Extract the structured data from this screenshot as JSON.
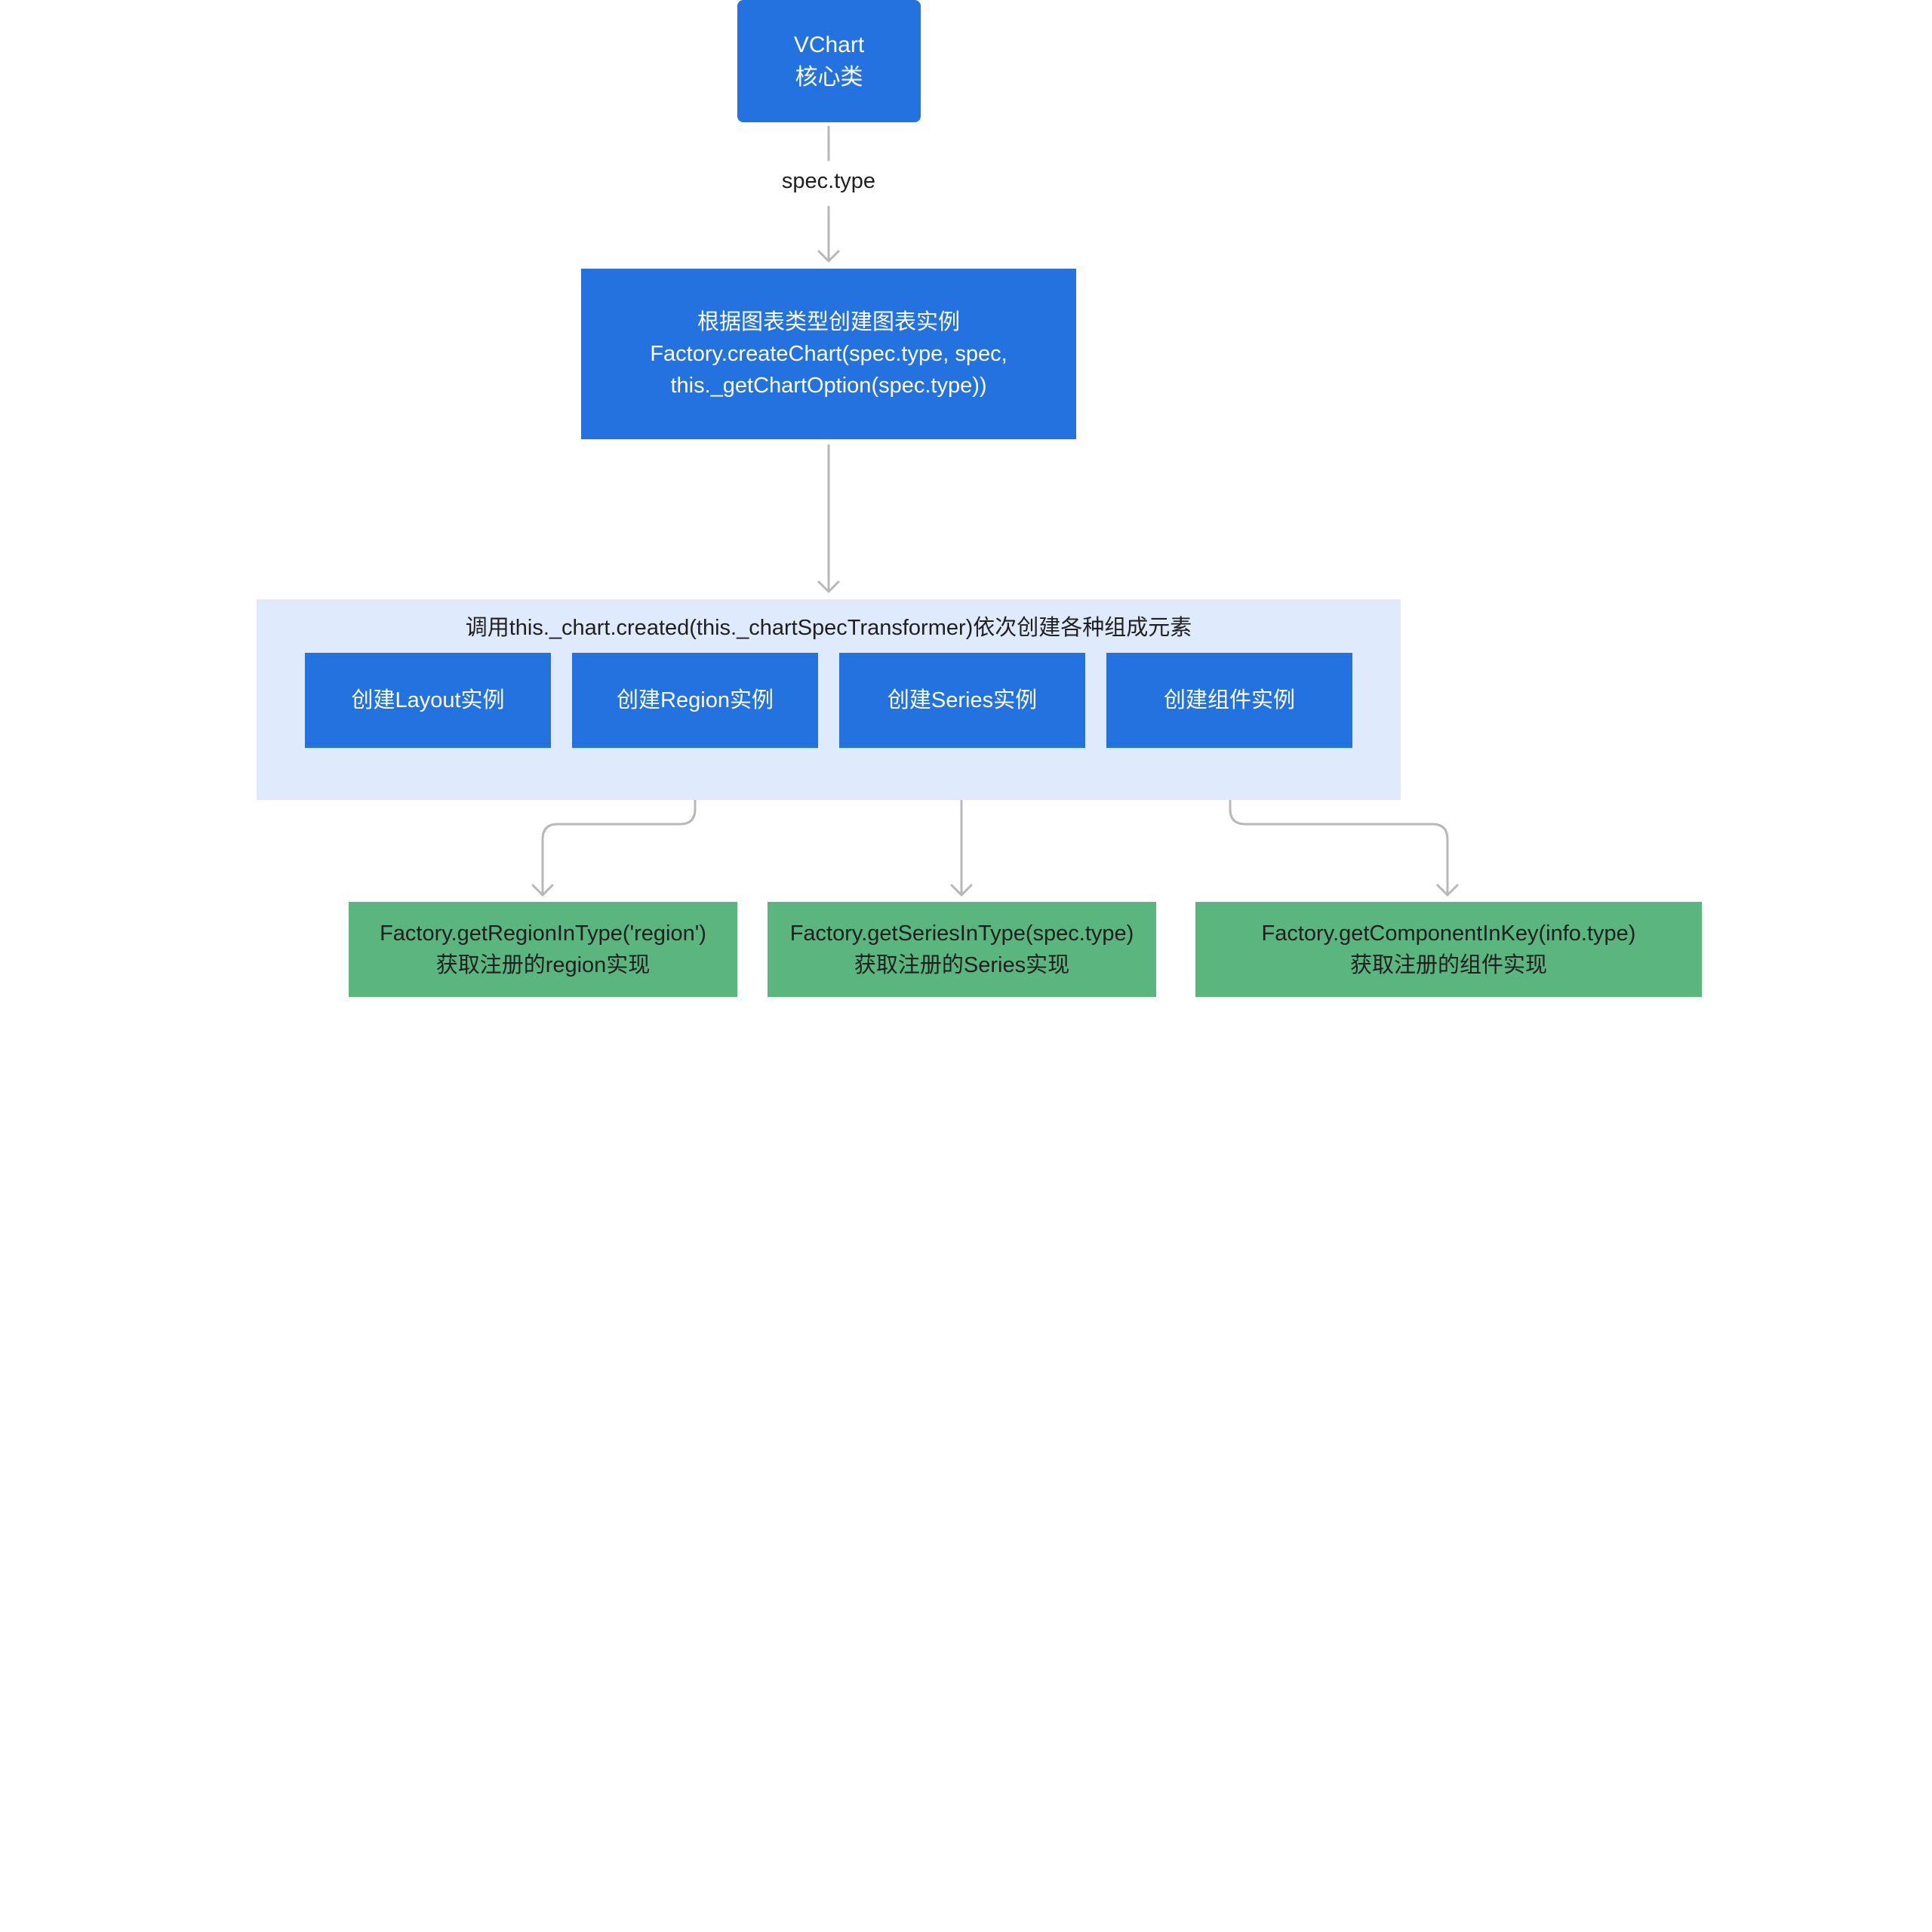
{
  "diagram": {
    "root": {
      "line1": "VChart",
      "line2": "核心类"
    },
    "edge_label": "spec.type",
    "create_chart": {
      "line1": "根据图表类型创建图表实例",
      "line2": "Factory.createChart(spec.type, spec,",
      "line3": "this._getChartOption(spec.type))"
    },
    "group": {
      "title": "调用this._chart.created(this._chartSpecTransformer)依次创建各种组成元素",
      "steps": [
        {
          "label": "创建Layout实例"
        },
        {
          "label": "创建Region实例"
        },
        {
          "label": "创建Series实例"
        },
        {
          "label": "创建组件实例"
        }
      ]
    },
    "factories": [
      {
        "line1": "Factory.getRegionInType('region')",
        "line2": "获取注册的region实现"
      },
      {
        "line1": "Factory.getSeriesInType(spec.type)",
        "line2": "获取注册的Series实现"
      },
      {
        "line1": "Factory.getComponentInKey(info.type)",
        "line2": "获取注册的组件实现"
      }
    ],
    "colors": {
      "primary_node": "#2372e0",
      "group_background": "#dfebfd",
      "factory_node": "#5ab67e",
      "connector": "#b8b8b8"
    }
  }
}
